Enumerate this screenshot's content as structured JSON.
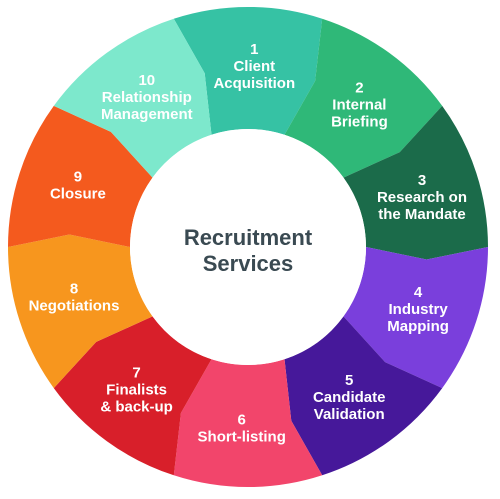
{
  "center": {
    "line1": "Recruitment",
    "line2": "Services"
  },
  "steps": [
    {
      "number": "1",
      "lines": [
        "Client",
        "Acquisition"
      ],
      "color": "#36c2a4"
    },
    {
      "number": "2",
      "lines": [
        "Internal",
        "Briefing"
      ],
      "color": "#2fb878"
    },
    {
      "number": "3",
      "lines": [
        "Research on",
        "the Mandate"
      ],
      "color": "#1b6b4a"
    },
    {
      "number": "4",
      "lines": [
        "Industry",
        "Mapping"
      ],
      "color": "#7a3fdc"
    },
    {
      "number": "5",
      "lines": [
        "Candidate",
        "Validation"
      ],
      "color": "#46189a"
    },
    {
      "number": "6",
      "lines": [
        "Short-listing"
      ],
      "color": "#f2456b"
    },
    {
      "number": "7",
      "lines": [
        "Finalists",
        "& back-up"
      ],
      "color": "#d81f2a"
    },
    {
      "number": "8",
      "lines": [
        "Negotiations"
      ],
      "color": "#f7961e"
    },
    {
      "number": "9",
      "lines": [
        "Closure"
      ],
      "color": "#f45a1e"
    },
    {
      "number": "10",
      "lines": [
        "Relationship",
        "Management"
      ],
      "color": "#7de8cc"
    }
  ]
}
